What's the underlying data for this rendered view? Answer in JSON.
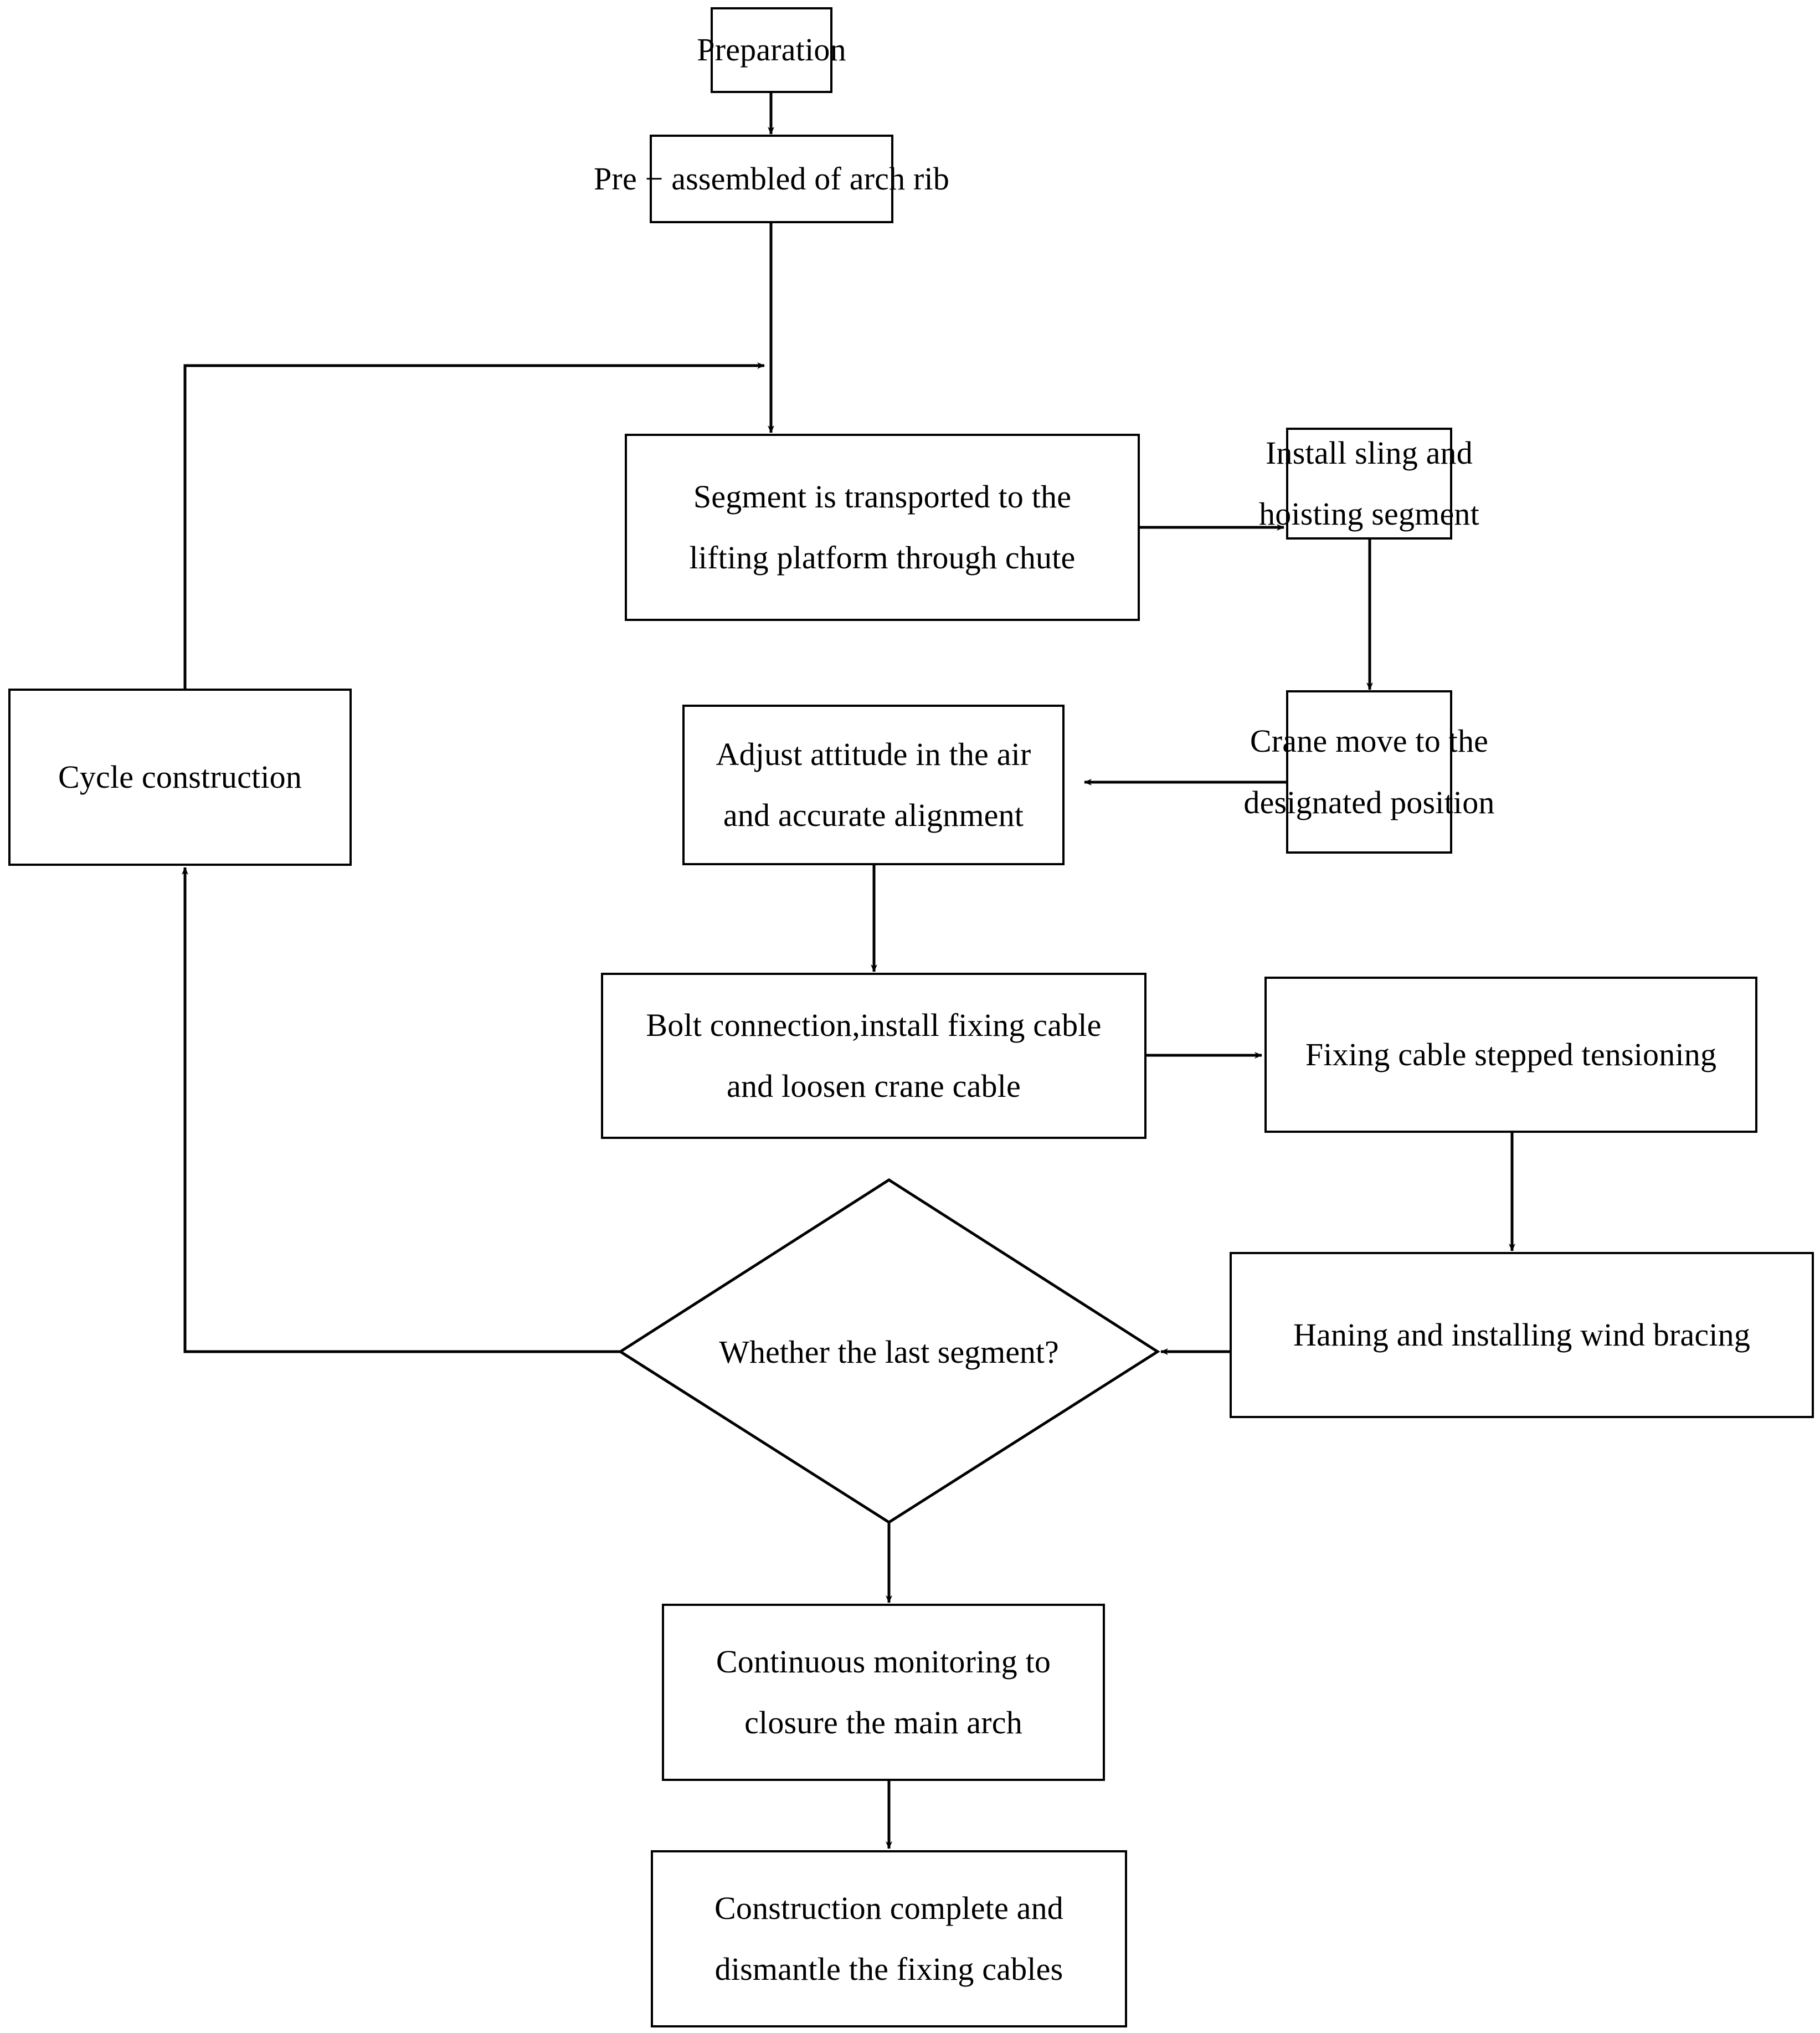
{
  "diagram": {
    "type": "flowchart",
    "title": "Arch rib segmental cable-crane hoisting construction flowchart",
    "orientation": "top-to-bottom with right-hand loop",
    "background_color": "#ffffff",
    "line_color": "#000000",
    "text_color": "#000000",
    "nodes": [
      {
        "id": "preparation",
        "shape": "rectangle",
        "lines": [
          "Preparation"
        ]
      },
      {
        "id": "pre_assembled",
        "shape": "rectangle",
        "lines": [
          "Pre − assembled of arch rib"
        ]
      },
      {
        "id": "segment_transport",
        "shape": "rectangle",
        "lines": [
          "Segment is transported to the",
          "lifting platform through chute"
        ]
      },
      {
        "id": "install_sling",
        "shape": "rectangle",
        "lines": [
          "Install sling and",
          "hoisting segment"
        ]
      },
      {
        "id": "crane_move",
        "shape": "rectangle",
        "lines": [
          "Crane move to the",
          "designated position"
        ]
      },
      {
        "id": "adjust_attitude",
        "shape": "rectangle",
        "lines": [
          "Adjust attitude in the air",
          "and accurate alignment"
        ]
      },
      {
        "id": "bolt_connection",
        "shape": "rectangle",
        "lines": [
          "Bolt connection,install fixing cable",
          "and loosen crane cable"
        ]
      },
      {
        "id": "fixing_cable_tension",
        "shape": "rectangle",
        "lines": [
          "Fixing cable stepped tensioning"
        ]
      },
      {
        "id": "wind_bracing",
        "shape": "rectangle",
        "lines": [
          "Haning and installing wind bracing"
        ]
      },
      {
        "id": "last_segment",
        "shape": "diamond",
        "lines": [
          "Whether the last segment?"
        ]
      },
      {
        "id": "cycle_construction",
        "shape": "rectangle",
        "lines": [
          "Cycle construction"
        ]
      },
      {
        "id": "continuous_monitoring",
        "shape": "rectangle",
        "lines": [
          "Continuous monitoring to",
          "closure the main arch"
        ]
      },
      {
        "id": "construction_complete",
        "shape": "rectangle",
        "lines": [
          "Construction complete and",
          "dismantle the fixing cables"
        ]
      }
    ],
    "edges": [
      {
        "from": "preparation",
        "to": "pre_assembled",
        "label": ""
      },
      {
        "from": "pre_assembled",
        "to": "segment_transport",
        "label": ""
      },
      {
        "from": "segment_transport",
        "to": "install_sling",
        "label": ""
      },
      {
        "from": "install_sling",
        "to": "crane_move",
        "label": ""
      },
      {
        "from": "crane_move",
        "to": "adjust_attitude",
        "label": ""
      },
      {
        "from": "adjust_attitude",
        "to": "bolt_connection",
        "label": ""
      },
      {
        "from": "bolt_connection",
        "to": "fixing_cable_tension",
        "label": ""
      },
      {
        "from": "fixing_cable_tension",
        "to": "wind_bracing",
        "label": ""
      },
      {
        "from": "wind_bracing",
        "to": "last_segment",
        "label": ""
      },
      {
        "from": "last_segment",
        "to": "cycle_construction",
        "label": ""
      },
      {
        "from": "cycle_construction",
        "to": "segment_transport",
        "label": ""
      },
      {
        "from": "last_segment",
        "to": "continuous_monitoring",
        "label": ""
      },
      {
        "from": "continuous_monitoring",
        "to": "construction_complete",
        "label": ""
      }
    ]
  }
}
